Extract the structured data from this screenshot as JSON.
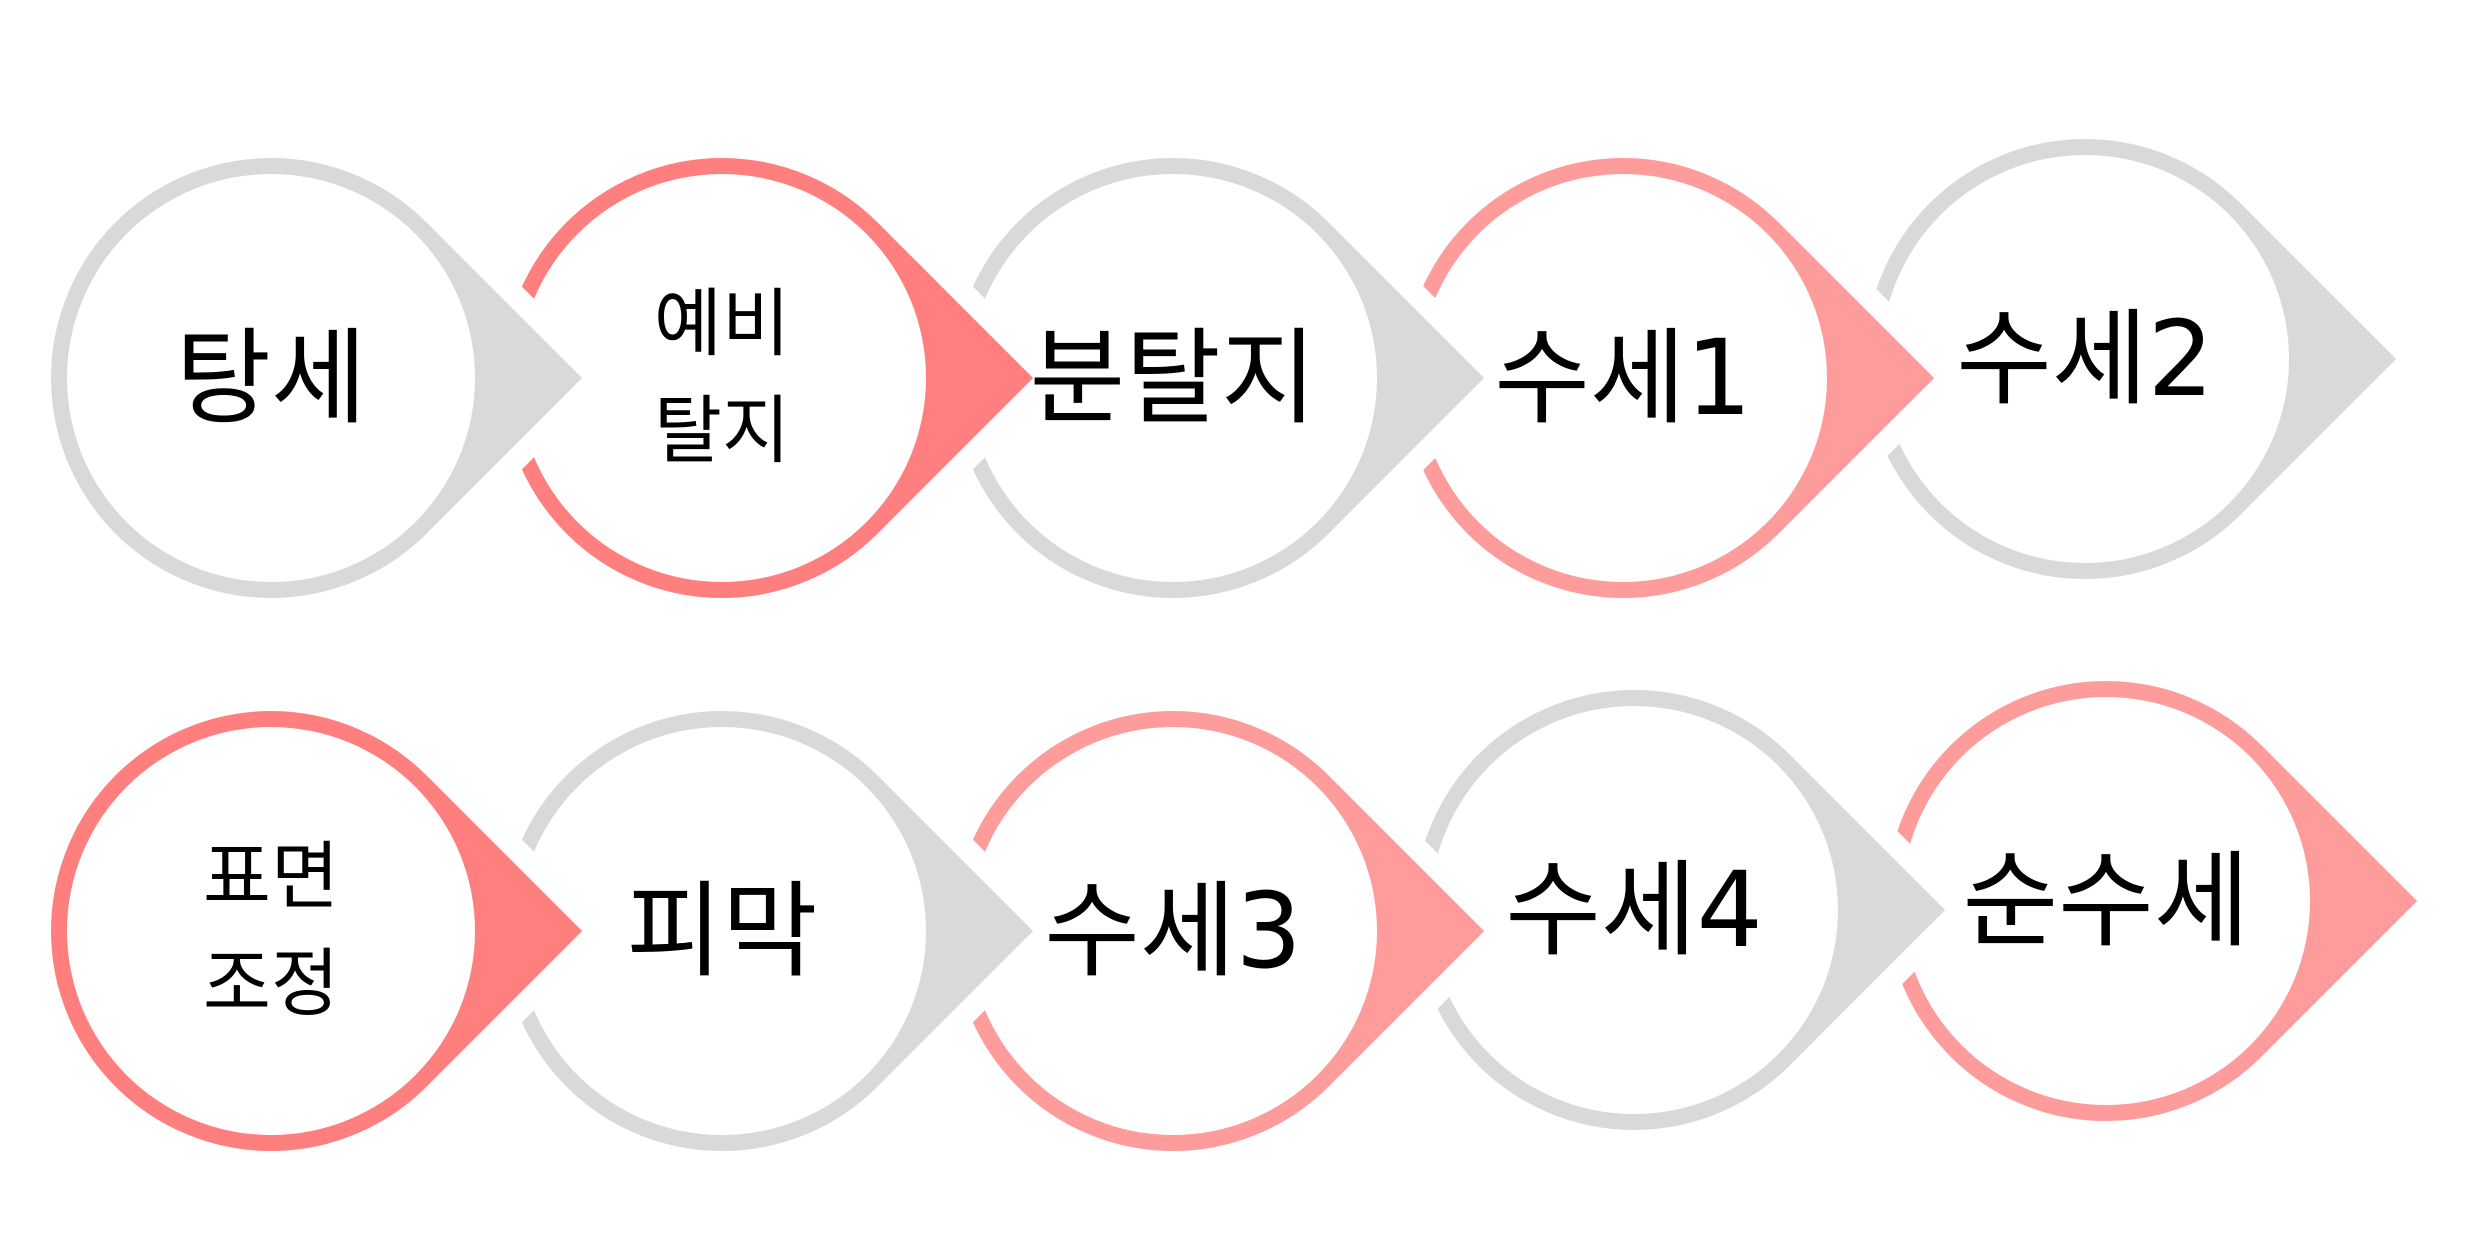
{
  "colors": {
    "gray": "#d9d9d9",
    "red": "#ff7f7f",
    "pink": "#fe9c9c"
  },
  "steps": [
    {
      "lines": [
        "탕세"
      ],
      "color": "gray"
    },
    {
      "lines": [
        "예비",
        "탈지"
      ],
      "color": "red"
    },
    {
      "lines": [
        "분탈지"
      ],
      "color": "gray"
    },
    {
      "lines": [
        "수세1"
      ],
      "color": "pink"
    },
    {
      "lines": [
        "수세2"
      ],
      "color": "gray"
    },
    {
      "lines": [
        "표면",
        "조정"
      ],
      "color": "red"
    },
    {
      "lines": [
        "피막"
      ],
      "color": "gray"
    },
    {
      "lines": [
        "수세3"
      ],
      "color": "pink"
    },
    {
      "lines": [
        "수세4"
      ],
      "color": "gray"
    },
    {
      "lines": [
        "순수세"
      ],
      "color": "pink"
    }
  ]
}
